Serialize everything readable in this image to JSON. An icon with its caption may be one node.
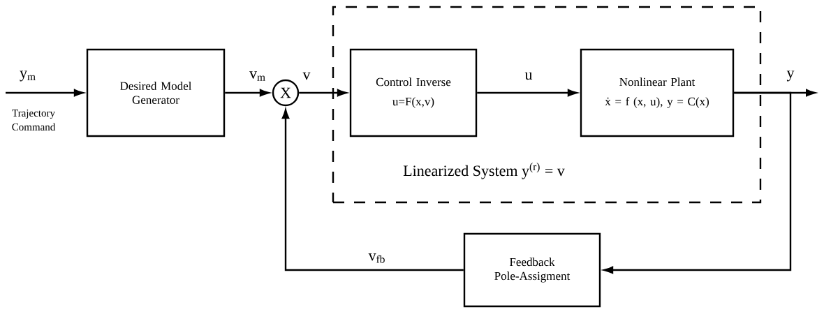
{
  "diagram": {
    "nodes": [
      {
        "text": [
          "Linearized System y$^{(r)}$ = v"
        ]
      },
      {
        "text": [
          "Desired Model Generator"
        ]
      },
      {
        "text": [
          "X"
        ]
      },
      {
        "text": [
          "Control Inverse",
          "u=F(x,v)"
        ],
        "in": 0
      },
      {
        "text": [
          "Nonlinear Plant",
          "ẋ = f (x, u), y = C(x)"
        ],
        "in": 0
      },
      {
        "text": [
          "Feedback Pole-Assigment"
        ]
      }
    ],
    "edges": [
      {
        "from": null,
        "to": 1,
        "arrow": "to",
        "label": "y$_{m}$"
      },
      {
        "from": 1,
        "to": 2,
        "arrow": "to",
        "label": "v$_{m}$"
      },
      {
        "from": 2,
        "to": 3,
        "arrow": "to",
        "label": "v"
      },
      {
        "from": 3,
        "to": 4,
        "arrow": "to",
        "label": "u"
      },
      {
        "from": 4,
        "to": null,
        "arrow": "to",
        "label": "y"
      },
      {
        "from": 4,
        "to": 5,
        "arrow": "to"
      },
      {
        "from": 5,
        "to": 2,
        "arrow": "to",
        "label": "v$_{fb}$"
      }
    ],
    "labels": [
      "Trajectory Command"
    ]
  }
}
